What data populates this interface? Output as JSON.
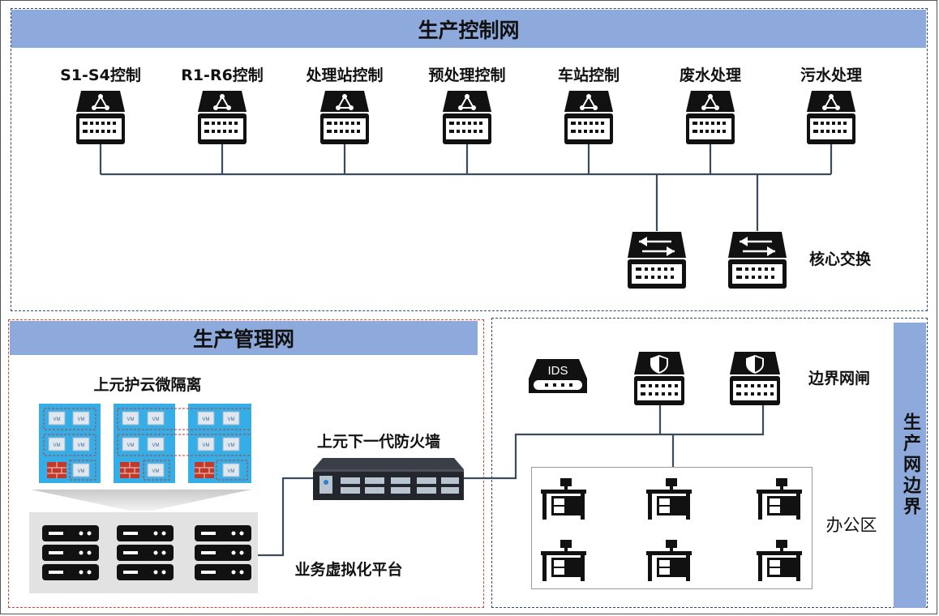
{
  "control_zone": {
    "title": "生产控制网",
    "devices": [
      {
        "label": "S1-S4控制"
      },
      {
        "label": "R1-R6控制"
      },
      {
        "label": "处理站控制"
      },
      {
        "label": "预处理控制"
      },
      {
        "label": "车站控制"
      },
      {
        "label": "废水处理"
      },
      {
        "label": "污水处理"
      }
    ],
    "core_switch_label": "核心交换"
  },
  "mgmt_zone": {
    "title": "生产管理网",
    "micro_seg_label": "上元护云微隔离",
    "vm_label": "VM",
    "virtual_platform_label": "业务虚拟化平台",
    "firewall_label": "上元下一代防火墙"
  },
  "border_zone": {
    "title": "生产网边界",
    "ids_label": "IDS",
    "gateway_label": "边界网闸",
    "office_label": "办公区"
  },
  "colors": {
    "banner": "#8ea9dc",
    "control_border": "#2e4a7a",
    "mgmt_border": "#d9482b",
    "cloud_blue": "#35aee8",
    "platform_gray": "#e2e2e2"
  }
}
